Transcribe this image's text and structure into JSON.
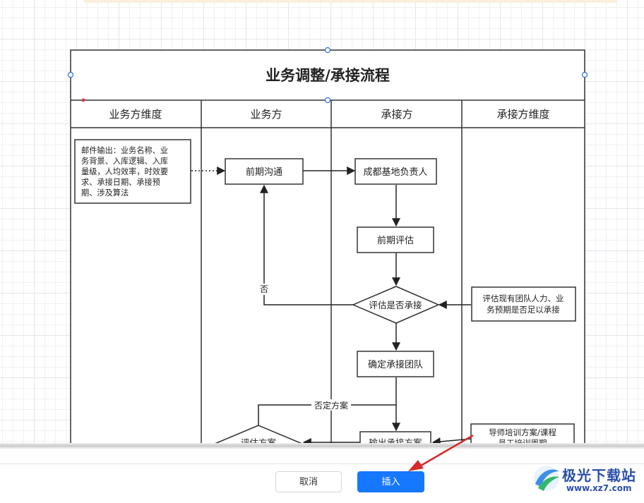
{
  "diagram": {
    "title": "业务调整/承接流程",
    "lanes": [
      "业务方维度",
      "业务方",
      "承接方",
      "承接方维度"
    ],
    "note_email": [
      "邮件输出：业务名称、业",
      "务背景、入库逻辑、入库",
      "量级，人均效率，时效要",
      "求、承接日期、承接预",
      "期、涉及算法"
    ],
    "node_early_comm": "前期沟通",
    "node_chengdu": "成都基地负责人",
    "node_early_eval": "前期评估",
    "node_decision": "评估是否承接",
    "node_confirm_team": "确定承接团队",
    "node_output_plan": "输出承接方案",
    "node_eval_plan": "评估方案",
    "note_team": [
      "评估现有团队人力、业",
      "务预期是否足以承接"
    ],
    "note_training": [
      "导师培训方案/课程",
      "员工培训周期"
    ],
    "label_no": "否",
    "label_reject_plan": "否定方案"
  },
  "dialog": {
    "cancel_label": "取消",
    "insert_label": "插入"
  },
  "watermark": {
    "title": "极光下载站",
    "url": "www.xz7.com"
  },
  "colors": {
    "primary": "#1677ff",
    "selection_handle": "#2f6fd6",
    "annotation_arrow": "#d42b2b"
  }
}
